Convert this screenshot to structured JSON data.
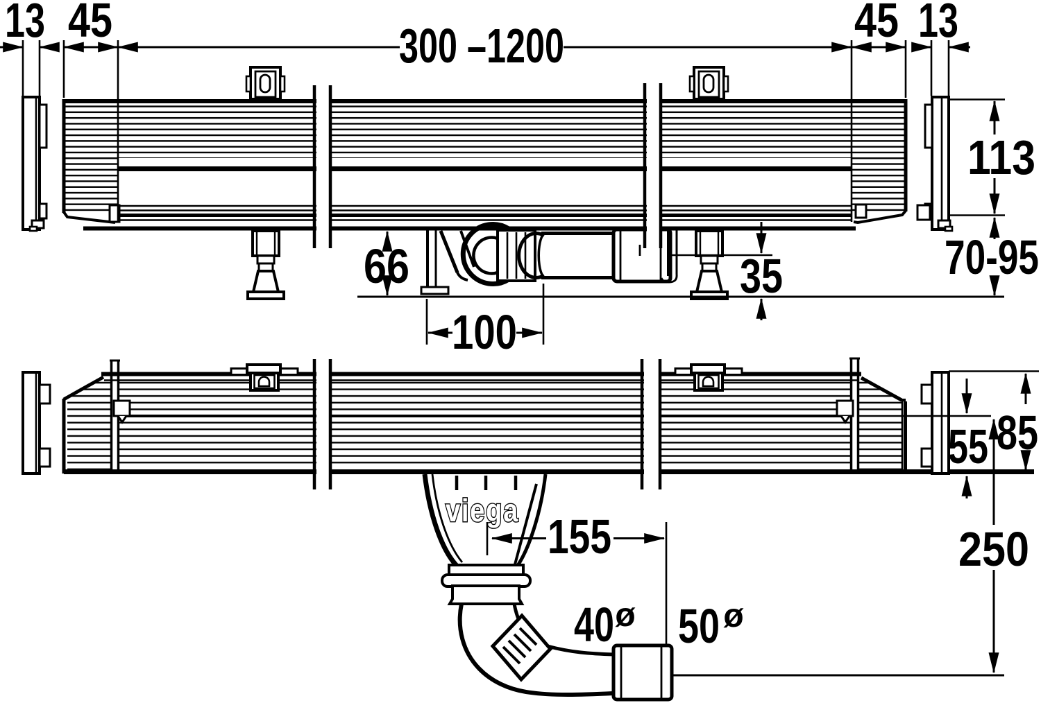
{
  "drawing": {
    "brand": "viega",
    "diameter_symbol": "ø",
    "top_dims": {
      "flange_left": "13",
      "end_left": "45",
      "length_range": "300 –1200",
      "end_right": "45",
      "flange_right": "13"
    },
    "side_view_dims": {
      "overall_height": "113",
      "installation_depth": "70-95",
      "trap_height": "66",
      "foot_height": "35",
      "trap_length": "100"
    },
    "front_view_dims": {
      "outlet_offset": "155",
      "frame_height": "85",
      "body_height": "55",
      "outlet_drop": "250",
      "outlet_pipe_dia": "40",
      "connection_pipe_dia": "50"
    }
  }
}
